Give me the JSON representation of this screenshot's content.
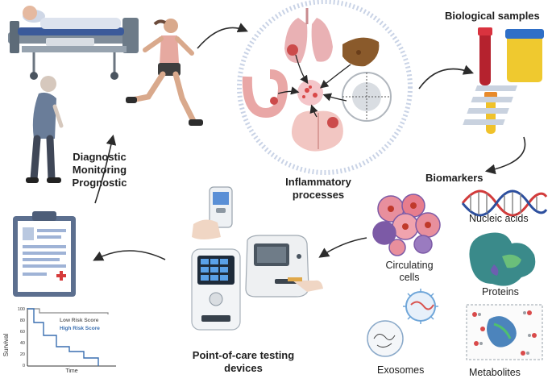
{
  "labels": {
    "biological_samples": "Biological samples",
    "inflammatory_line1": "Inflammatory",
    "inflammatory_line2": "processes",
    "biomarkers": "Biomarkers",
    "diagnostic": "Diagnostic",
    "monitoring": "Monitoring",
    "prognostic": "Prognostic",
    "nucleic_acids": "Nucleic acids",
    "proteins": "Proteins",
    "circulating_line1": "Circulating",
    "circulating_line2": "cells",
    "exosomes": "Exosomes",
    "metabolites": "Metabolites",
    "poc_line1": "Point-of-care testing",
    "poc_line2": "devices"
  },
  "survival_chart": {
    "ylabel": "Survival",
    "xlabel": "Time",
    "ticks": [
      "100",
      "80",
      "60",
      "40",
      "20",
      "0"
    ],
    "low_risk_label": "Low Risk Score",
    "high_risk_label": "High Risk Score",
    "low_risk_color": "#8a8a8a",
    "high_risk_color": "#3a6fb0"
  },
  "colors": {
    "arrow": "#2b2b2b",
    "dna_red": "#d23b3b",
    "dna_blue": "#2d4f9e",
    "protein": "#3a8a8a",
    "cell_pink": "#e88f9d",
    "cell_purple": "#7c5aa6"
  }
}
